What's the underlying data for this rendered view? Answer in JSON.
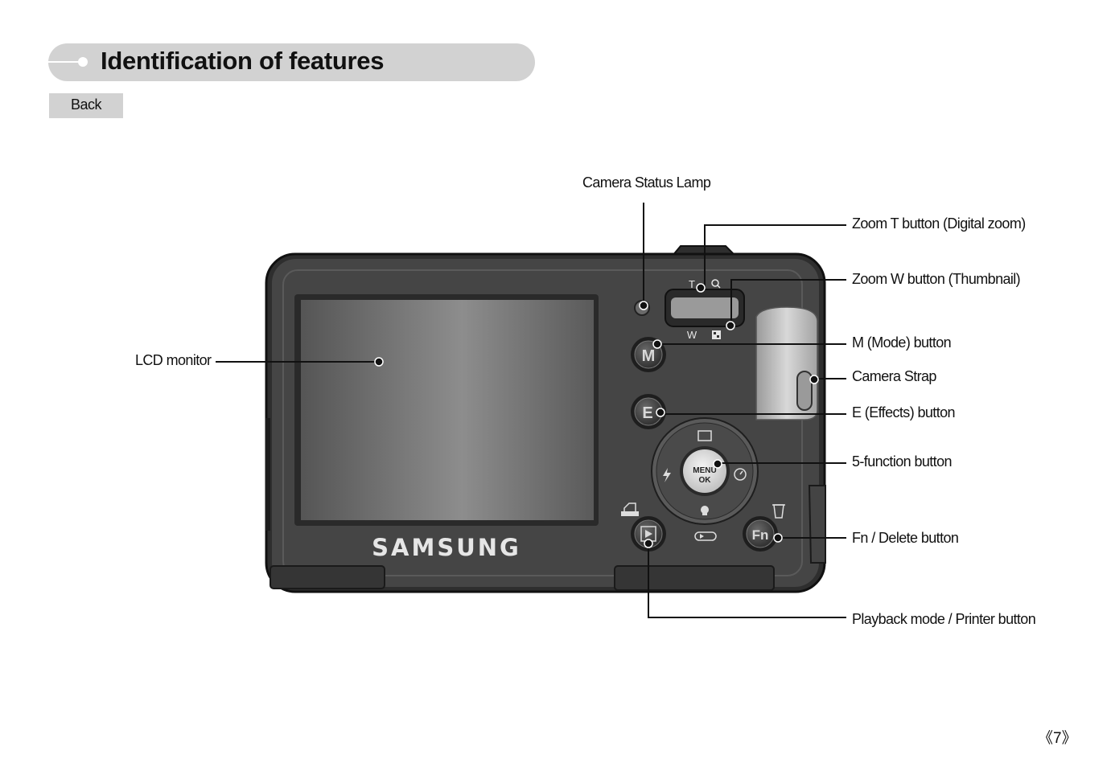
{
  "header": {
    "title": "Identification of features",
    "back_label": "Back"
  },
  "camera": {
    "brand": "SAMSUNG",
    "zoom_t_mark": "T",
    "zoom_w_mark": "W",
    "m_button_mark": "M",
    "e_button_mark": "E",
    "fn_button_mark": "Fn",
    "menu_mark": "MENU",
    "ok_mark": "OK"
  },
  "callouts": {
    "camera_status_lamp": "Camera Status Lamp",
    "zoom_t": "Zoom T button (Digital zoom)",
    "zoom_w": "Zoom W button (Thumbnail)",
    "lcd_monitor": "LCD monitor",
    "m_mode": "M (Mode) button",
    "camera_strap": "Camera Strap",
    "e_effects": "E (Effects) button",
    "five_function": "5-function button",
    "fn_delete": "Fn / Delete button",
    "playback_printer": "Playback mode / Printer button"
  },
  "footer": {
    "page_number": "《7》"
  },
  "colors": {
    "pill": "#d2d2d2",
    "camera_body": "#3e3e3e",
    "lcd": "#6e6e6e"
  }
}
